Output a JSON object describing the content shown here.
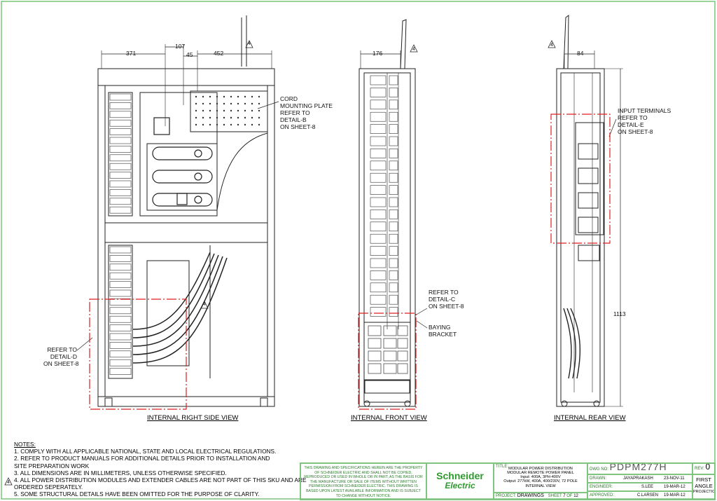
{
  "dims": {
    "right_a": "371",
    "right_b": "107",
    "right_c": "45",
    "right_d": "452",
    "front_w": "176",
    "rear_w": "84",
    "rear_h": "1113"
  },
  "revision_marker": "4",
  "callouts": {
    "cord_plate": [
      "CORD",
      "MOUNTING PLATE",
      "REFER TO",
      "DETAIL-B",
      "ON SHEET-8"
    ],
    "detail_d": [
      "REFER TO",
      "DETAIL-D",
      "ON SHEET-8"
    ],
    "detail_c": [
      "REFER TO",
      "DETAIL-C",
      "ON SHEET-8"
    ],
    "baying": [
      "BAYING",
      "BRACKET"
    ],
    "input_terminals": [
      "INPUT TERMINALS",
      "REFER TO",
      "DETAIL-E",
      "ON SHEET-8"
    ]
  },
  "views": {
    "right": "INTERNAL RIGHT SIDE VIEW",
    "front": "INTERNAL FRONT VIEW",
    "rear": "INTERNAL REAR VIEW"
  },
  "notes": {
    "heading": "NOTES:",
    "lines": [
      "1. COMPLY WITH ALL APPLICABLE NATIONAL, STATE AND LOCAL ELECTRICAL REGULATIONS.",
      "2. REFER TO PRODUCT MANUALS FOR ADDITIONAL DETAILS PRIOR TO INSTALLATION AND",
      "    SITE PREPARATION WORK",
      "3. ALL DIMENSIONS ARE IN MILLIMETERS, UNLESS OTHERWISE SPECIFIED.",
      "4. ALL POWER DISTRIBUTION MODULES AND EXTENDER CABLES ARE NOT PART OF THIS SKU AND ARE",
      "    ORDERED SEPERATELY.",
      "5. SOME STRUCTURAL DETAILS HAVE BEEN OMITTED FOR THE PURPOSE OF CLARITY."
    ]
  },
  "title_block": {
    "disclaimer": "THIS DRAWING AND SPECIFICATIONS HEREIN ARE THE PROPERTY OF SCHNEIDER ELECTRIC AND SHALL NOT BE COPIED, REPRODUCED OR USED IN WHOLE OR IN PART, AS THE BASIS FOR THE MANUFACTURE OR SALE OF ITEMS WITHOUT WRITTEN PERMISSION FROM SCHNEIDER ELECTRIC. THIS DRAWING IS BASED UPON LATEST AVAILABLE INFORMATION AND IS SUBJECT TO CHANGE WITHOUT NOTICE.",
    "logo_line1": "Schneider",
    "logo_line2": "Electric",
    "title_label": "TITLE:",
    "title_lines": [
      "MODULAR POWER DISTRIBUTION",
      "MODULAR REMOTE POWER PANEL",
      "Input: 400A, 3PH-400V",
      "Output: 277kW, 400A, 400/230V, 72 POLE",
      "INTERNAL VIEW"
    ],
    "project_label": "PROJECT:",
    "project": "DRAWINGS",
    "sheet_label": "SHEET",
    "sheet": "7",
    "of_label": "OF",
    "sheet_total": "12",
    "dwg_label": "DWG NO:",
    "dwg_no": "PDPM277H",
    "rev_label": "REV:",
    "rev": "0",
    "drawn_label": "DRAWN:",
    "drawn_by": "JAYAPRAKASH",
    "drawn_date": "23-NOV-11",
    "engineer_label": "ENGINEER:",
    "engineer": "S.LEE",
    "engineer_date": "19-MAR-12",
    "approved_label": "APPROVED:",
    "approved": "C.LARSEN",
    "approved_date": "19-MAR-12",
    "angle_1": "FIRST",
    "angle_2": "ANGLE",
    "angle_3": "PROJECTION"
  }
}
